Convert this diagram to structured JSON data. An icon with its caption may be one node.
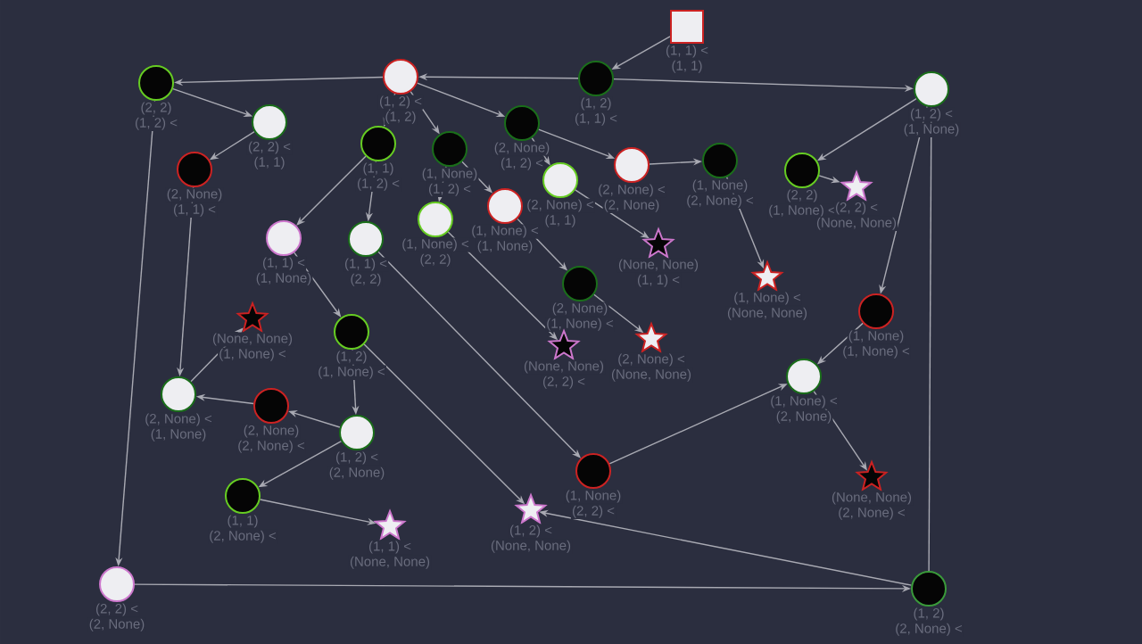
{
  "diagram": {
    "nodes": [
      {
        "text": [
          "(1, 1) <",
          "(1, 1)"
        ]
      },
      {
        "text": [
          "(1, 2)",
          "(1, 1) <"
        ]
      },
      {
        "text": [
          "(1, 2) <",
          "(1, 2)"
        ]
      },
      {
        "text": [
          "(2, 2)",
          "(1, 2) <"
        ]
      },
      {
        "text": [
          "(1, 2) <",
          "(1, None)"
        ]
      },
      {
        "text": [
          "(2, 2) <",
          "(1, 1)"
        ]
      },
      {
        "text": [
          "(2, None)",
          "(1, 2) <"
        ]
      },
      {
        "text": [
          "(1, 1)",
          "(1, 2) <"
        ]
      },
      {
        "text": [
          "(1, None)",
          "(1, 2) <"
        ]
      },
      {
        "text": [
          "(2, None) <",
          "(2, None)"
        ]
      },
      {
        "text": [
          "(1, None)",
          "(2, None) <"
        ]
      },
      {
        "text": [
          "(2, None)",
          "(1, 1) <"
        ]
      },
      {
        "text": [
          "(2, 2)",
          "(1, None) <"
        ]
      },
      {
        "text": [
          "(2, 2) <",
          "(None, None)"
        ]
      },
      {
        "text": [
          "(2, None) <",
          "(1, 1)"
        ]
      },
      {
        "text": [
          "(1, None) <",
          "(1, None)"
        ]
      },
      {
        "text": [
          "(1, None) <",
          "(2, 2)"
        ]
      },
      {
        "text": [
          "(1, 1) <",
          "(1, None)"
        ]
      },
      {
        "text": [
          "(1, 1) <",
          "(2, 2)"
        ]
      },
      {
        "text": [
          "(None, None)",
          "(1, 1) <"
        ]
      },
      {
        "text": [
          "(1, None) <",
          "(None, None)"
        ]
      },
      {
        "text": [
          "(2, None)",
          "(1, None) <"
        ]
      },
      {
        "text": [
          "(1, None)",
          "(1, None) <"
        ]
      },
      {
        "text": [
          "(None, None)",
          "(1, None) <"
        ]
      },
      {
        "text": [
          "(1, 2)",
          "(1, None) <"
        ]
      },
      {
        "text": [
          "(2, None) <",
          "(None, None)"
        ]
      },
      {
        "text": [
          "(None, None)",
          "(2, 2) <"
        ]
      },
      {
        "text": [
          "(1, None) <",
          "(2, None)"
        ]
      },
      {
        "text": [
          "(2, None) <",
          "(1, None)"
        ]
      },
      {
        "text": [
          "(2, None)",
          "(2, None) <"
        ]
      },
      {
        "text": [
          "(1, 2) <",
          "(2, None)"
        ]
      },
      {
        "text": [
          "(1, None)",
          "(2, 2) <"
        ]
      },
      {
        "text": [
          "(None, None)",
          "(2, None) <"
        ]
      },
      {
        "text": [
          "(1, 1)",
          "(2, None) <"
        ]
      },
      {
        "text": [
          "(1, 2) <",
          "(None, None)"
        ]
      },
      {
        "text": [
          "(1, 1) <",
          "(None, None)"
        ]
      },
      {
        "text": [
          "(2, 2) <",
          "(2, None)"
        ]
      },
      {
        "text": [
          "(1, 2)",
          "(2, None) <"
        ]
      }
    ],
    "edges": [
      {
        "from": 0,
        "to": 1,
        "arrow": "to"
      },
      {
        "from": 1,
        "to": 2,
        "arrow": "to"
      },
      {
        "from": 1,
        "to": 4,
        "arrow": "to"
      },
      {
        "from": 2,
        "to": 3,
        "arrow": "to"
      },
      {
        "from": 2,
        "to": 7,
        "arrow": "to"
      },
      {
        "from": 2,
        "to": 8,
        "arrow": "to"
      },
      {
        "from": 2,
        "to": 6,
        "arrow": "to"
      },
      {
        "from": 3,
        "to": 5,
        "arrow": "to"
      },
      {
        "from": 3,
        "to": 36,
        "arrow": "to"
      },
      {
        "from": 4,
        "to": 12,
        "arrow": "to"
      },
      {
        "from": 4,
        "to": 22,
        "arrow": "to"
      },
      {
        "from": 5,
        "to": 11,
        "arrow": "to"
      },
      {
        "from": 6,
        "to": 9,
        "arrow": "to"
      },
      {
        "from": 6,
        "to": 14,
        "arrow": "to"
      },
      {
        "from": 7,
        "to": 17,
        "arrow": "to"
      },
      {
        "from": 7,
        "to": 18,
        "arrow": "to"
      },
      {
        "from": 8,
        "to": 16,
        "arrow": "to"
      },
      {
        "from": 8,
        "to": 15,
        "arrow": "to"
      },
      {
        "from": 9,
        "to": 10,
        "arrow": "to"
      },
      {
        "from": 10,
        "to": 20,
        "arrow": "to"
      },
      {
        "from": 11,
        "to": 28,
        "arrow": "to"
      },
      {
        "from": 12,
        "to": 13,
        "arrow": "to"
      },
      {
        "from": 14,
        "to": 19,
        "arrow": "to"
      },
      {
        "from": 15,
        "to": 21,
        "arrow": "to"
      },
      {
        "from": 16,
        "to": 26,
        "arrow": "to"
      },
      {
        "from": 17,
        "to": 24,
        "arrow": "to"
      },
      {
        "from": 18,
        "to": 31,
        "arrow": "to"
      },
      {
        "from": 21,
        "to": 25,
        "arrow": "to"
      },
      {
        "from": 22,
        "to": 27,
        "arrow": "to"
      },
      {
        "from": 24,
        "to": 30,
        "arrow": "to"
      },
      {
        "from": 24,
        "to": 34,
        "arrow": "to"
      },
      {
        "from": 27,
        "to": 32,
        "arrow": "to"
      },
      {
        "from": 28,
        "to": 23,
        "arrow": "to"
      },
      {
        "from": 29,
        "to": 28,
        "arrow": "to"
      },
      {
        "from": 30,
        "to": 29,
        "arrow": "to"
      },
      {
        "from": 30,
        "to": 33,
        "arrow": "to"
      },
      {
        "from": 31,
        "to": 27,
        "arrow": "to"
      },
      {
        "from": 33,
        "to": 35,
        "arrow": "to"
      },
      {
        "from": 36,
        "to": 37,
        "arrow": "to"
      },
      {
        "from": 37,
        "to": 4,
        "arrow": "to"
      },
      {
        "from": 37,
        "to": 34,
        "arrow": "to"
      }
    ]
  }
}
